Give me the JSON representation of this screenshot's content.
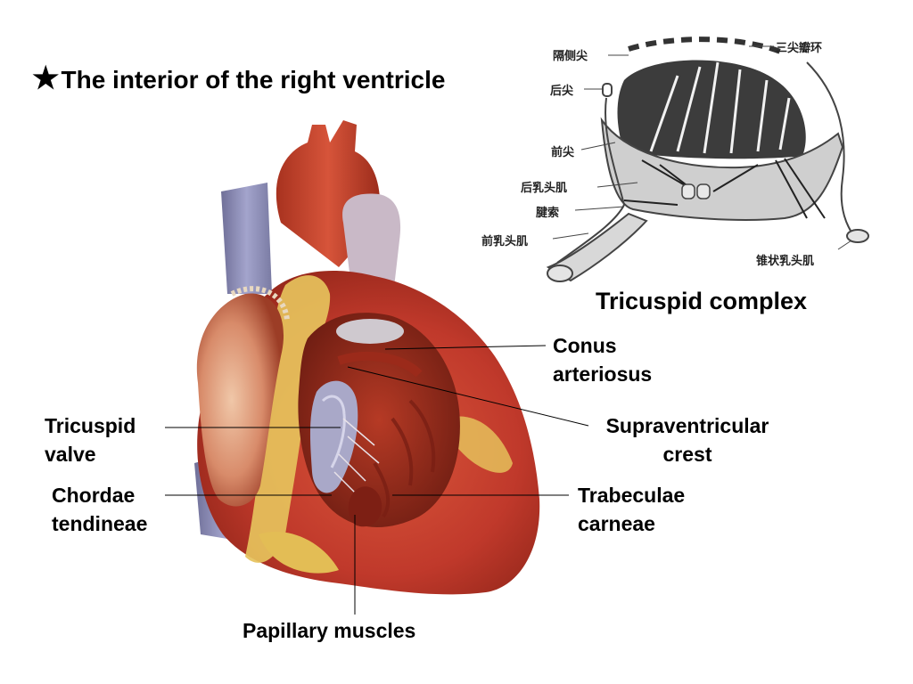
{
  "title": {
    "star": "★",
    "text": "The interior of the right ventricle"
  },
  "inset": {
    "caption": "Tricuspid complex",
    "labels": {
      "septal_cusp": "隔侧尖",
      "tricuspid_annulus": "三尖瓣环",
      "posterior_cusp": "后尖",
      "anterior_cusp": "前尖",
      "posterior_papillary": "后乳头肌",
      "chordae": "腱索",
      "anterior_papillary": "前乳头肌",
      "conus_papillary": "锥状乳头肌"
    }
  },
  "labels": {
    "conus": [
      "Conus",
      "arteriosus"
    ],
    "supraventricular": [
      "Supraventricular",
      "crest"
    ],
    "tricuspid": [
      "Tricuspid",
      "valve"
    ],
    "chordae": [
      "Chordae",
      "tendineae"
    ],
    "trabeculae": [
      "Trabeculae",
      "carneae"
    ],
    "papillary": "Papillary muscles"
  },
  "colors": {
    "muscle": "#c0392b",
    "fat": "#e8c35a",
    "vessel": "#8e8fb8",
    "valve": "#a9a8c8"
  }
}
